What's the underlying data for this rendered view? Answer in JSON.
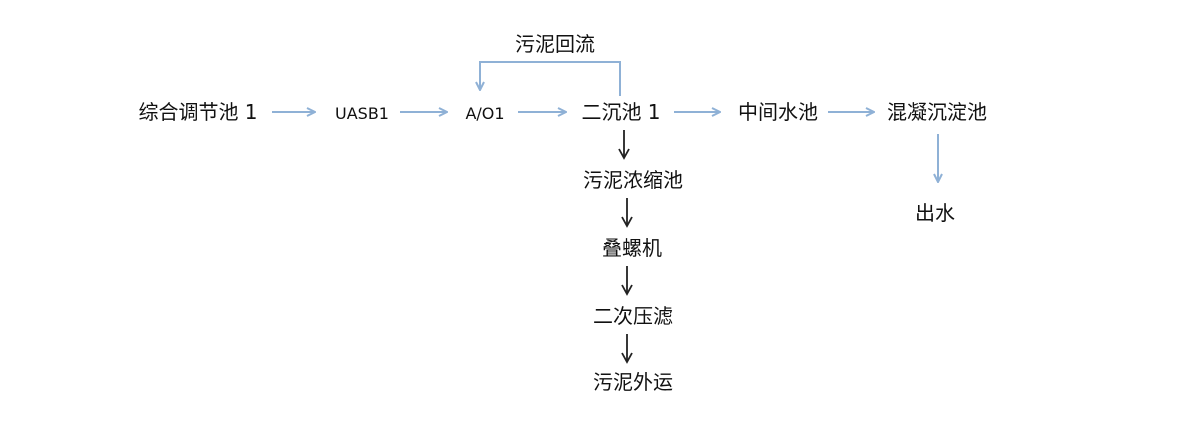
{
  "diagram": {
    "nodes": {
      "equalization": "综合调节池 1",
      "uasb": "UASB1",
      "ao": "A/O1",
      "secondary_clarifier": "二沉池 1",
      "intermediate_pool": "中间水池",
      "coag_sed": "混凝沉淀池",
      "effluent": "出水",
      "sludge_thickener": "污泥浓缩池",
      "screw_press": "叠螺机",
      "secondary_filter_press": "二次压滤",
      "sludge_outbound": "污泥外运"
    },
    "labels": {
      "sludge_return": "污泥回流"
    },
    "colors": {
      "main_flow": "#8fb1d6",
      "sludge_flow": "#222222",
      "text": "#111111"
    }
  }
}
